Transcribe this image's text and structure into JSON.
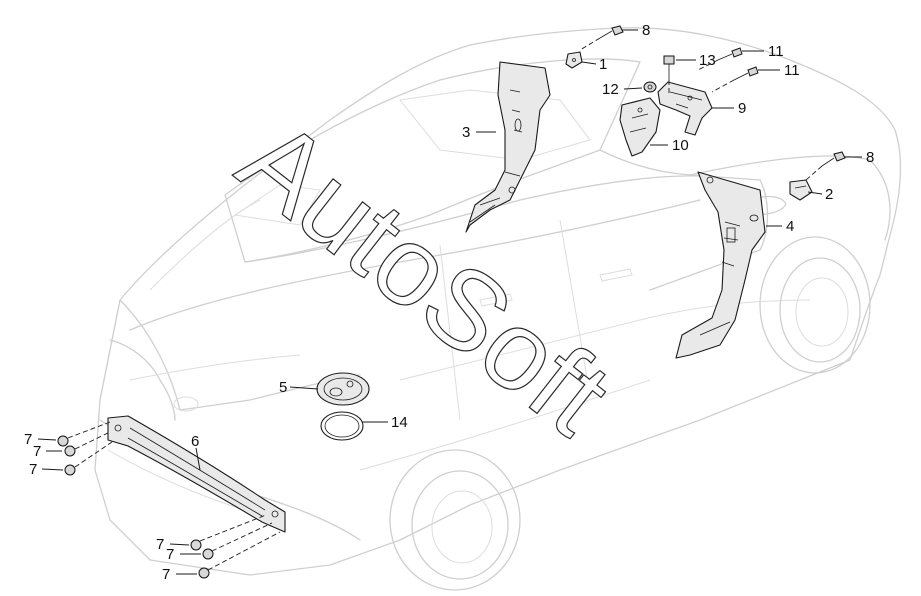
{
  "watermark": "AutoSoft",
  "corner_mark": "",
  "callouts": {
    "c1": "1",
    "c2": "2",
    "c3": "3",
    "c4": "4",
    "c5": "5",
    "c6": "6",
    "c7": "7",
    "c8": "8",
    "c9": "9",
    "c10": "10",
    "c11": "11",
    "c12": "12",
    "c13": "13",
    "c14": "14"
  }
}
